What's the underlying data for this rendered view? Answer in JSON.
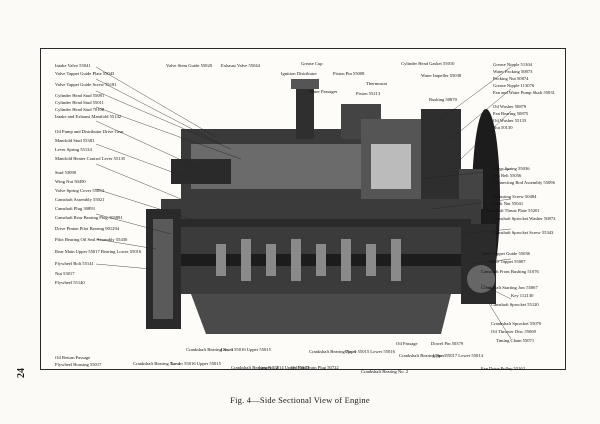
{
  "page_number": "24",
  "caption": "Fig. 4—Side Sectional View of Engine",
  "labels_left": [
    "Intake Valve 55041",
    "Valve Tappet Guide Plate 55043",
    "Valve Tappet Guide Screw 55181",
    "Cylinder Head Stud 55081",
    "Cylinder Head Stud 55011",
    "Cylinder Head Stud 70108",
    "Intake and Exhaust Manifold 55142",
    "Oil Pump and Distributor Drive Gear",
    "Manifold Stud 55381",
    "Lever Spring 55134",
    "Manifold Heater Control Lever 55135",
    "Stud 53090",
    "Wing Nut 50490",
    "Valve Spring Cover 55053",
    "Camshaft Assembly 55021",
    "Camshaft Plug 30893",
    "Camshaft Rear Bearing Plug 103891",
    "Drive Pinion Pilot Bearing 901294",
    "Pilot Bearing Oil Seal Assembly 55430",
    "Rear Main Upper 55017 Bearing Lower 55016",
    "Flywheel Bolt 55141",
    "Nut 53017",
    "Flywheel 55140",
    "Oil Return Passage",
    "Flywheel Housing 55017"
  ],
  "labels_top": [
    "Valve Stem Guide 55020",
    "Exhaust Valve 55044",
    "Grease Cup",
    "Ignition Distributor",
    "Piston Pin 55008",
    "Water Passages",
    "Piston 55213",
    "Thermostat",
    "Cylinder Head Gasket 55010",
    "Water Impeller 55038",
    "Bushing 50870"
  ],
  "labels_right": [
    "Grease Nipple 51304",
    "Water Packing 50873",
    "Packing Nut 50874",
    "Grease Nipple 113076",
    "Fan and Water Pump Shaft 55031",
    "Oil Washer 50879",
    "Fan Bearing 50875",
    "Oil Washer 55133",
    "Nut 50130",
    "Valve Spring 55036",
    "Fan Belt 55056",
    "Connecting Rod Assembly 55096",
    "Adjusting Screw 50484",
    "Lock Nut 55041",
    "Camshaft Thrust Plate 55201",
    "Camshaft Sprocket Washer 50872",
    "Camshaft Sprocket Screw 55343",
    "Valve Tappet Guide 55036",
    "Valve Tappet 55007",
    "Camshaft Front Bushing 51076",
    "Crankshaft Starting Jaw 55067",
    "Key 112130",
    "Camshaft Sprocket 55120",
    "Crankshaft Sprocket 55070",
    "Oil Thrower Disc 55069",
    "Timing Chain 55071",
    "Fan Drive Pulley 55162"
  ],
  "labels_bottom": [
    "Crankshaft Bearing No. 4",
    "Lower 55016 Upper 55015",
    "Crankshaft Bearing No. 3",
    "Lower 55016 Upper 55015",
    "Crankshaft Bearing No. 2",
    "Lower 55014 Upper 55013",
    "Oil Pan Drain Plug 50722",
    "Crankshaft Bearing No. 3",
    "Upper 55015 Lower 55016",
    "Crankshaft Bearing No. 2",
    "Oil Passage",
    "Dowel Pin 50379",
    "Crankshaft Bearing No. 1",
    "Upper 55017 Lower 55014"
  ]
}
